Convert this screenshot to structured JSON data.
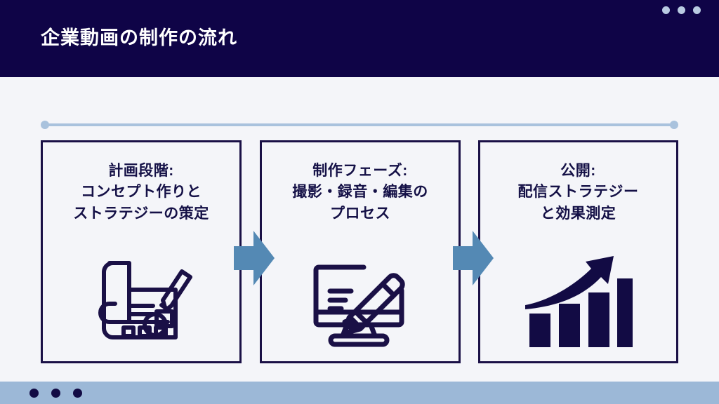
{
  "slide": {
    "background_color": "#f4f5f9",
    "title": "企業動画の制作の流れ"
  },
  "header": {
    "background_color": "#0f0447",
    "title": "企業動画の制作の流れ",
    "dots": [
      "dot",
      "dot",
      "dot"
    ],
    "dot_color": "#b9cbe2"
  },
  "connector": {
    "color": "#a9c2dd",
    "endpoint_left": "",
    "endpoint_right": ""
  },
  "steps": [
    {
      "id": "planning",
      "heading": "計画段階:",
      "line2": "コンセプト作りと",
      "line3": "ストラテジーの策定",
      "icon": "blueprint-pencil-icon",
      "border_color": "#1a1046",
      "text_color": "#141046"
    },
    {
      "id": "production",
      "heading": "制作フェーズ:",
      "line2": "撮影・録音・編集の",
      "line3": "プロセス",
      "icon": "monitor-pencil-icon",
      "border_color": "#1a1046",
      "text_color": "#141046"
    },
    {
      "id": "publishing",
      "heading": "公開:",
      "line2": "配信ストラテジー",
      "line3": "と効果測定",
      "icon": "growth-chart-icon",
      "border_color": "#1a1046",
      "text_color": "#141046"
    }
  ],
  "arrows": [
    {
      "id": "arrow-1",
      "direction": "right",
      "color": "#5489b4"
    },
    {
      "id": "arrow-2",
      "direction": "right",
      "color": "#5489b4"
    }
  ],
  "footer": {
    "background_color": "#9cb8d7",
    "dots": [
      "dot",
      "dot",
      "dot"
    ],
    "dot_color": "#120b44"
  }
}
